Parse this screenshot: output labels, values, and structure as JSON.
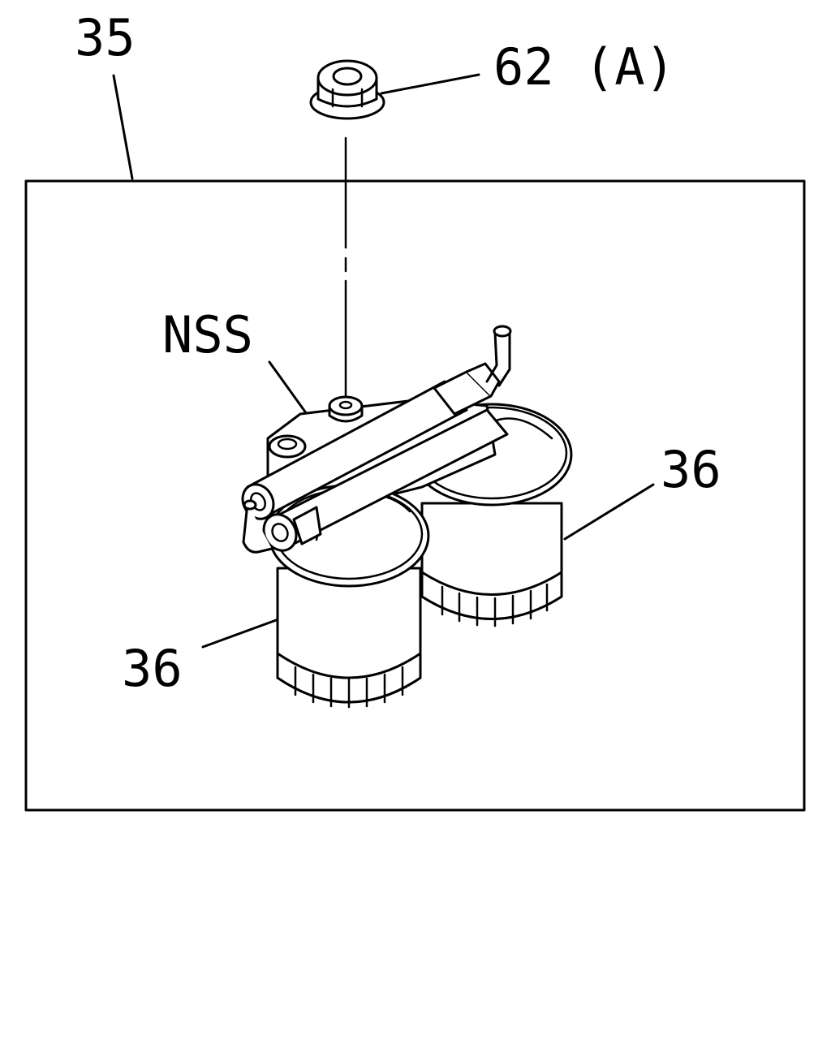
{
  "labels": {
    "assembly": "35",
    "nut": "62 (A)",
    "nss": "NSS",
    "filter_right": "36",
    "filter_left": "36"
  }
}
